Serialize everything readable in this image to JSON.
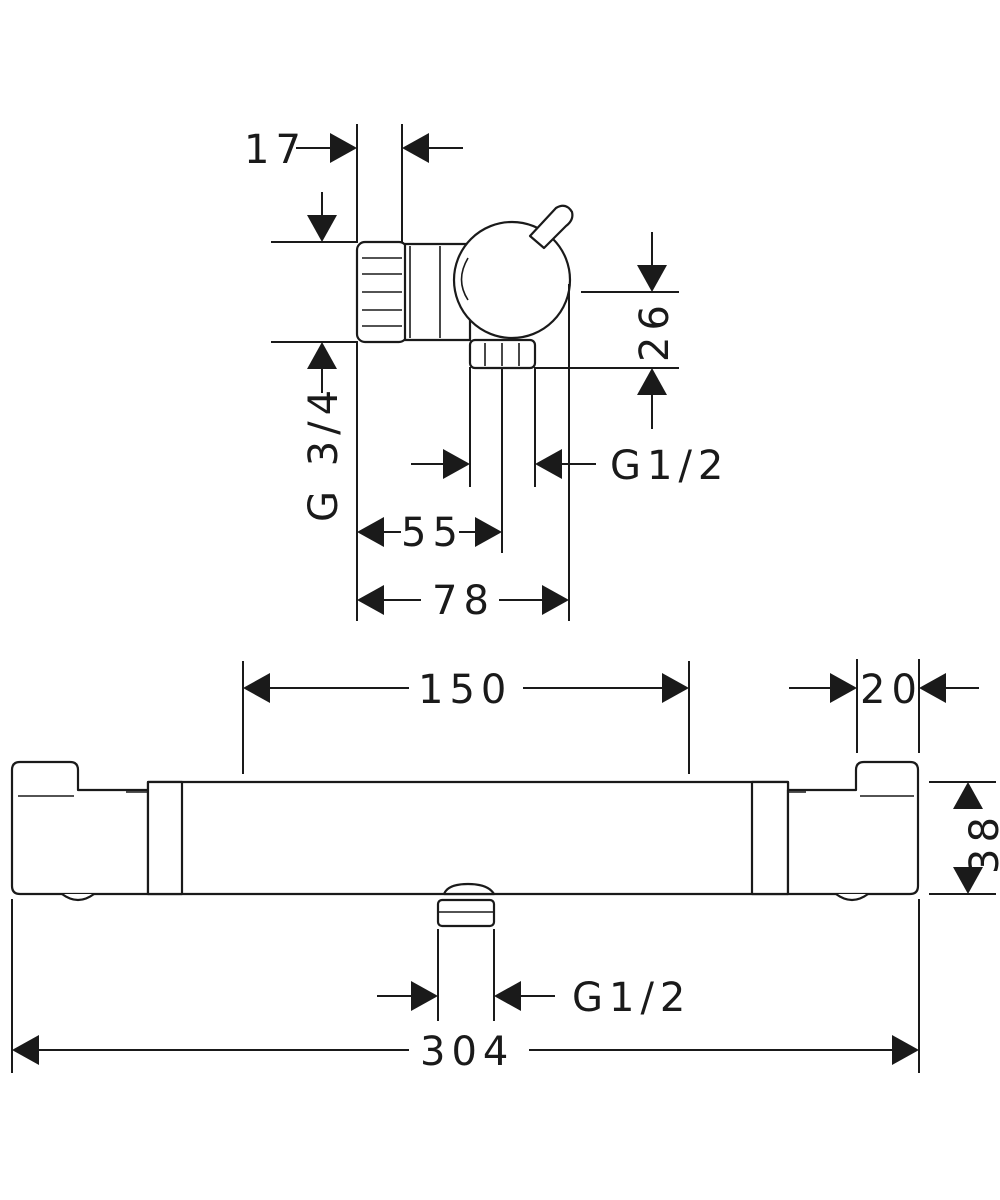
{
  "diagram": {
    "background": "#ffffff",
    "line_color": "#1a1a1a",
    "dimensions": {
      "dim_17": "17",
      "dim_26": "26",
      "dim_g34": "G 3/4",
      "dim_g12_side": "G1/2",
      "dim_55": "55",
      "dim_78": "78",
      "dim_150": "150",
      "dim_20": "20",
      "dim_38": "38",
      "dim_g12_front": "G1/2",
      "dim_304": "304"
    }
  }
}
